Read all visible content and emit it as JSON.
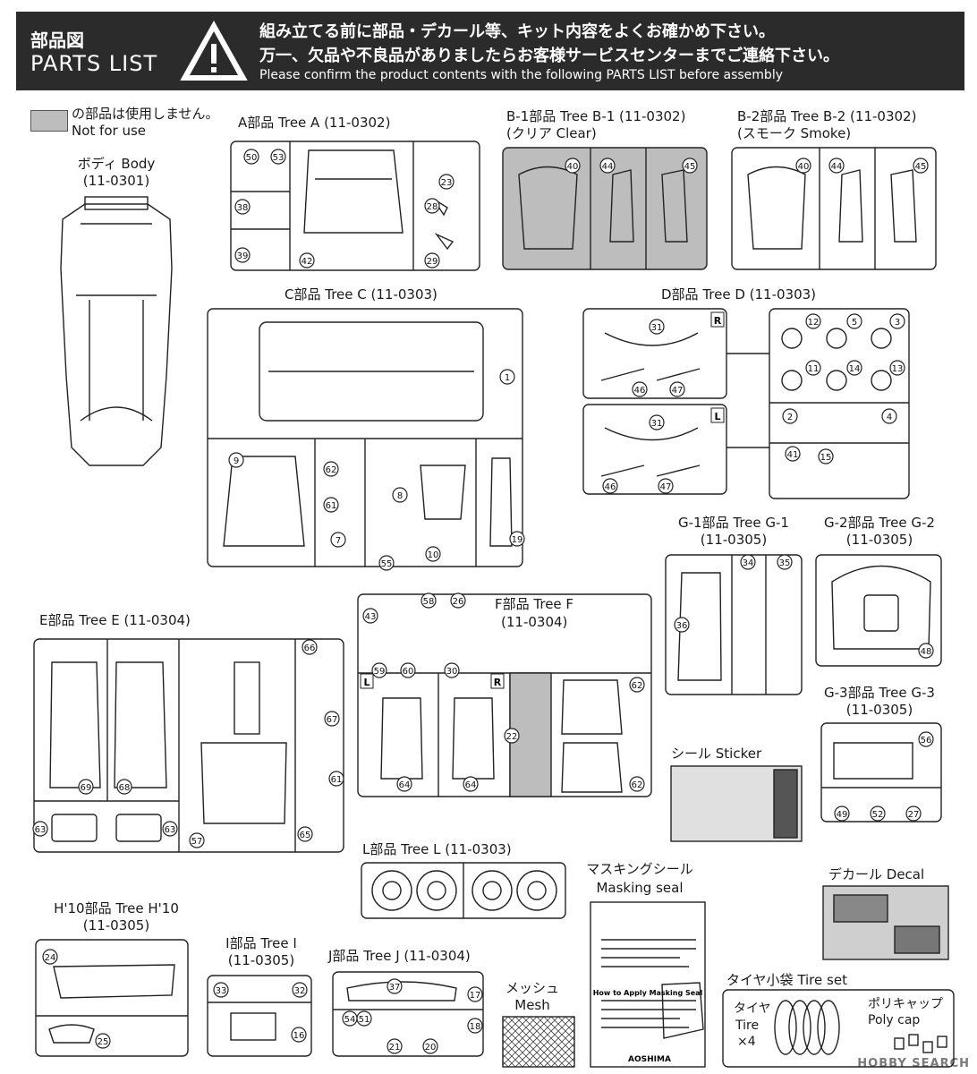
{
  "header": {
    "title_jp": "部品図",
    "title_en": "PARTS LIST",
    "warning_icon": "warning-triangle-icon",
    "notice_jp_1": "組み立てる前に部品・デカール等、キット内容をよくお確かめ下さい。",
    "notice_jp_2": "万一、欠品や不良品がありましたらお客様サービスセンターまでご連絡下さい。",
    "notice_en": "Please confirm the product contents with the following PARTS LIST before assembly"
  },
  "legend": {
    "jp": "の部品は使用しません。",
    "en": "Not for use",
    "swatch_color": "#bdbdbd"
  },
  "sections": {
    "body": {
      "label": "ボディ Body",
      "code": "(11-0301)"
    },
    "tree_a": {
      "label": "A部品 Tree A (11-0302)",
      "parts": [
        "50",
        "53",
        "38",
        "39",
        "42",
        "23",
        "28",
        "29"
      ]
    },
    "tree_b1": {
      "label": "B-1部品 Tree B-1 (11-0302)",
      "sub": "(クリア Clear)",
      "parts": [
        "40",
        "44",
        "45"
      ]
    },
    "tree_b2": {
      "label": "B-2部品 Tree B-2 (11-0302)",
      "sub": "(スモーク Smoke)",
      "parts": [
        "40",
        "44",
        "45"
      ]
    },
    "tree_c": {
      "label": "C部品 Tree C (11-0303)",
      "parts": [
        "1",
        "9",
        "62",
        "61",
        "7",
        "8",
        "10",
        "19",
        "55"
      ]
    },
    "tree_d": {
      "label": "D部品 Tree D (11-0303)",
      "parts": [
        "31",
        "46",
        "47",
        "31",
        "46",
        "47",
        "12",
        "5",
        "3",
        "11",
        "14",
        "13",
        "2",
        "4",
        "41",
        "15"
      ],
      "marks": [
        "R",
        "L"
      ]
    },
    "tree_g1": {
      "label": "G-1部品 Tree G-1",
      "code": "(11-0305)",
      "parts": [
        "34",
        "35",
        "36"
      ]
    },
    "tree_g2": {
      "label": "G-2部品 Tree G-2",
      "code": "(11-0305)",
      "parts": [
        "48"
      ]
    },
    "tree_g3": {
      "label": "G-3部品 Tree G-3",
      "code": "(11-0305)",
      "parts": [
        "56",
        "49",
        "52",
        "27"
      ]
    },
    "tree_e": {
      "label": "E部品 Tree E (11-0304)",
      "parts": [
        "66",
        "67",
        "61",
        "69",
        "68",
        "63",
        "63",
        "57",
        "65"
      ]
    },
    "tree_f": {
      "label": "F部品 Tree F",
      "code": "(11-0304)",
      "parts": [
        "43",
        "58",
        "26",
        "59",
        "60",
        "30",
        "62",
        "22",
        "64",
        "64",
        "62"
      ],
      "marks": [
        "L",
        "R"
      ]
    },
    "sticker": {
      "label": "シール Sticker"
    },
    "tree_l": {
      "label": "L部品 Tree L (11-0303)"
    },
    "masking": {
      "label_jp": "マスキングシール",
      "label_en": "Masking seal",
      "sheet_title": "How to Apply Masking Seal",
      "brand": "AOSHIMA"
    },
    "decal": {
      "label": "デカール Decal"
    },
    "tree_h10": {
      "label": "H'10部品 Tree H'10",
      "code": "(11-0305)",
      "parts": [
        "24",
        "25"
      ]
    },
    "tree_i": {
      "label": "I部品 Tree I",
      "code": "(11-0305)",
      "parts": [
        "33",
        "32",
        "16"
      ]
    },
    "tree_j": {
      "label": "J部品 Tree J (11-0304)",
      "parts": [
        "37",
        "17",
        "54",
        "51",
        "18",
        "21",
        "20"
      ]
    },
    "mesh": {
      "label_jp": "メッシュ",
      "label_en": "Mesh"
    },
    "tires": {
      "label": "タイヤ小袋 Tire set",
      "tire_jp": "タイヤ",
      "tire_en": "Tire",
      "tire_qty": "×4",
      "cap_jp": "ポリキャップ",
      "cap_en": "Poly cap"
    }
  },
  "watermark": "HOBBY SEARCH"
}
